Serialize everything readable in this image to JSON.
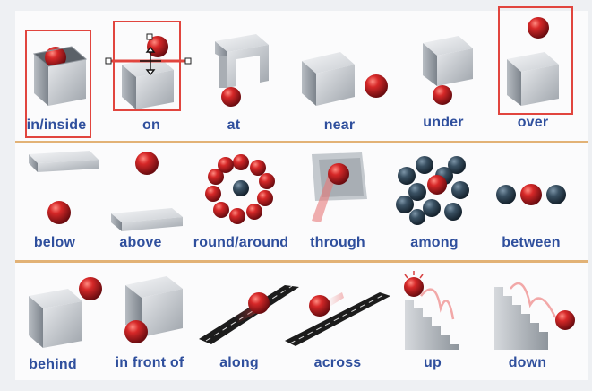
{
  "chart_title": "",
  "rows": [
    {
      "items": [
        {
          "label": "in/inside",
          "highlighted": true
        },
        {
          "label": "on",
          "highlighted": true
        },
        {
          "label": "at",
          "highlighted": false
        },
        {
          "label": "near",
          "highlighted": false
        },
        {
          "label": "under",
          "highlighted": false
        },
        {
          "label": "over",
          "highlighted": true
        }
      ]
    },
    {
      "items": [
        {
          "label": "below"
        },
        {
          "label": "above"
        },
        {
          "label": "round/around"
        },
        {
          "label": "through"
        },
        {
          "label": "among"
        },
        {
          "label": "between"
        }
      ]
    },
    {
      "items": [
        {
          "label": "behind"
        },
        {
          "label": "in front of"
        },
        {
          "label": "along"
        },
        {
          "label": "across"
        },
        {
          "label": "up"
        },
        {
          "label": "down"
        }
      ]
    }
  ],
  "colors": {
    "label": "#2f4f9d",
    "highlight_frame": "#e1453e",
    "divider": "#e2b276",
    "ball": "#c0141c",
    "dark_ball": "#2c3e4e"
  },
  "icons": [
    "selection-handles-icon",
    "move-cursor-icon"
  ]
}
